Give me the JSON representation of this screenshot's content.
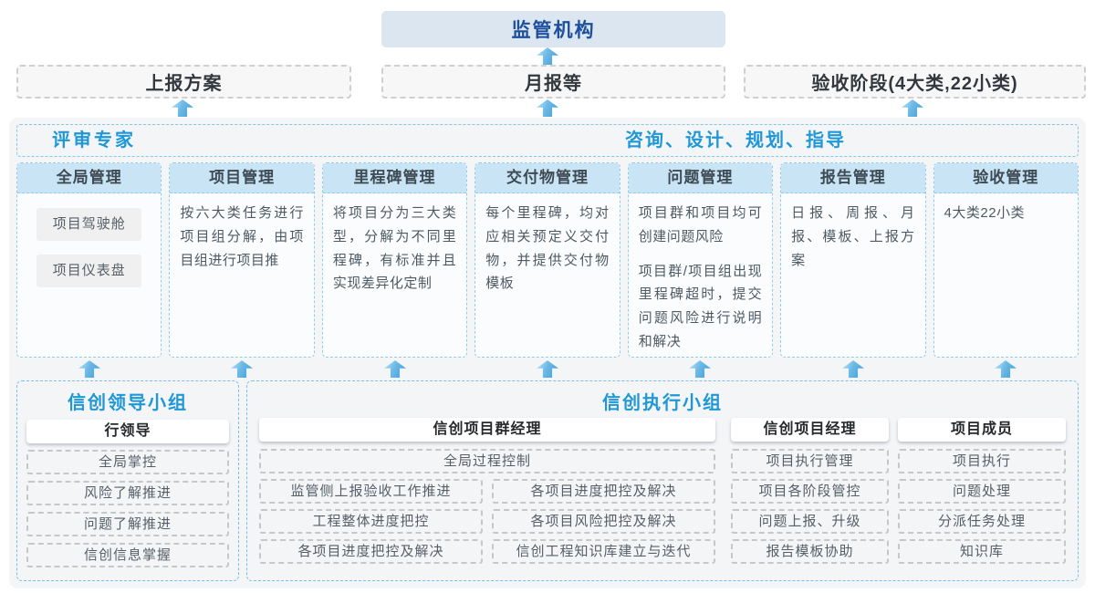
{
  "colors": {
    "accent_blue": "#2097d6",
    "navy_title": "#1d4f9c",
    "column_header_bg": "#c9e4f4",
    "container_bg": "#f3f5f7",
    "arrow_blue": "#3f9fd9"
  },
  "top": {
    "regulator": "监管机构"
  },
  "report_row": [
    {
      "label": "上报方案"
    },
    {
      "label": "月报等"
    },
    {
      "label": "验收阶段(4大类,22小类)"
    }
  ],
  "platform": {
    "left_title": "评审专家",
    "right_title": "咨询、设计、规划、指导",
    "columns": [
      {
        "title": "全局管理",
        "pills": [
          "项目驾驶舱",
          "项目仪表盘"
        ]
      },
      {
        "title": "项目管理",
        "paragraphs": [
          "按六大类任务进行项目组分解，由项目组进行项目推"
        ]
      },
      {
        "title": "里程碑管理",
        "paragraphs": [
          "将项目分为三大类型，分解为不同里程碑，有标准并且实现差异化定制"
        ]
      },
      {
        "title": "交付物管理",
        "paragraphs": [
          "每个里程碑，均对应相关预定义交付物，并提供交付物模板"
        ]
      },
      {
        "title": "问题管理",
        "paragraphs": [
          "项目群和项目均可创建问题风险",
          "项目群/项目组出现里程碑超时，提交问题风险进行说明和解决"
        ]
      },
      {
        "title": "报告管理",
        "paragraphs": [
          "日报、周报、月报、模板、上报方案"
        ]
      },
      {
        "title": "验收管理",
        "paragraphs": [
          "4大类22小类"
        ]
      }
    ]
  },
  "groups": {
    "leader": {
      "title": "信创领导小组",
      "role": "行领导",
      "items": [
        "全局掌控",
        "风险了解推进",
        "问题了解推进",
        "信创信息掌握"
      ]
    },
    "exec": {
      "title": "信创执行小组",
      "pm_group": {
        "role": "信创项目群经理",
        "full_item": "全局过程控制",
        "left_items": [
          "监管侧上报验收工作推进",
          "工程整体进度把控",
          "各项目进度把控及解决"
        ],
        "right_items": [
          "各项目进度把控及解决",
          "各项目风险把控及解决",
          "信创工程知识库建立与迭代"
        ]
      },
      "pm": {
        "role": "信创项目经理",
        "items": [
          "项目执行管理",
          "项目各阶段管控",
          "问题上报、升级",
          "报告模板协助"
        ]
      },
      "member": {
        "role": "项目成员",
        "items": [
          "项目执行",
          "问题处理",
          "分派任务处理",
          "知识库"
        ]
      }
    }
  }
}
